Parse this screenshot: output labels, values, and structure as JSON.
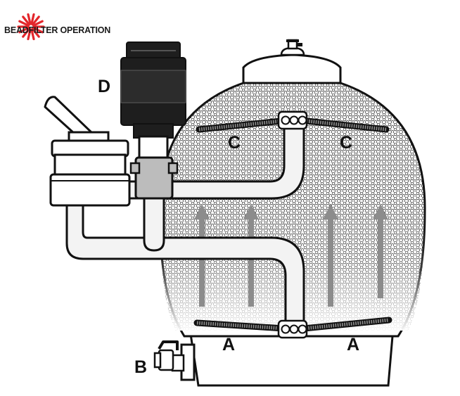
{
  "title": "BEADFILTER OPERATION",
  "labels": {
    "valve": "D",
    "drain": "B",
    "lateral_top_left": "C",
    "lateral_top_right": "C",
    "lateral_bottom_left": "A",
    "lateral_bottom_right": "A"
  },
  "icons": {
    "logo": "starburst-logo-icon"
  },
  "colors": {
    "logo_red": "#e3262b",
    "outline": "#111111",
    "arrow_gray": "#8c8c8c",
    "pipe_fill": "#f2f2f2",
    "valve_body": "#1e1e1e",
    "tee_gray": "#bcbcbc"
  }
}
